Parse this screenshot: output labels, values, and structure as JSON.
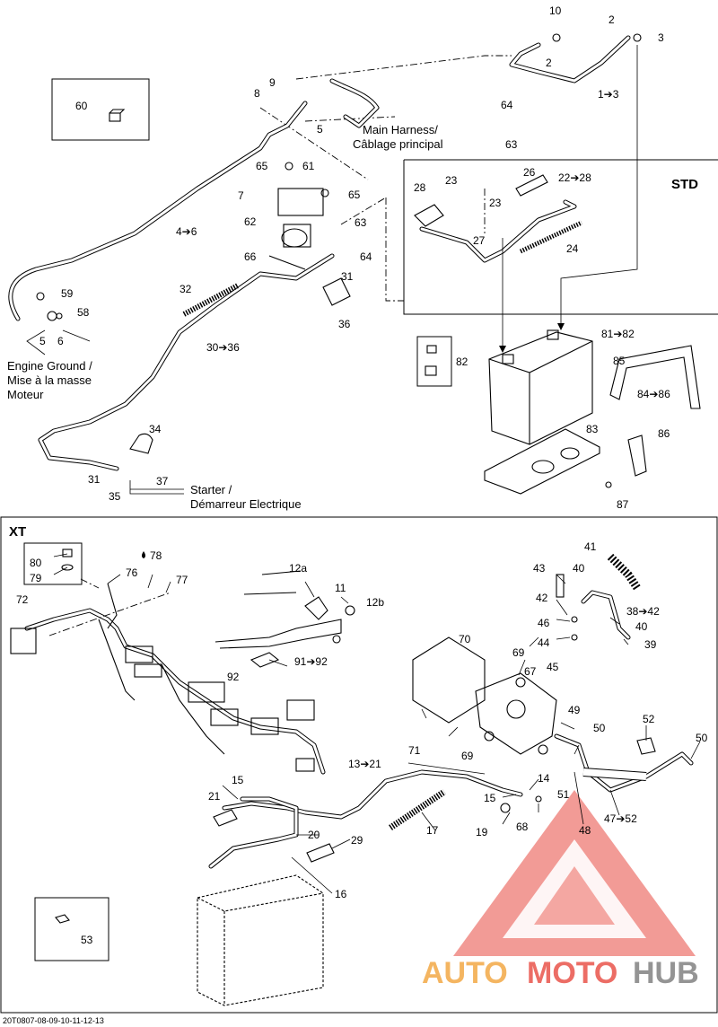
{
  "sections": {
    "std": "STD",
    "xt": "XT"
  },
  "notes": {
    "main_harness_1": "Main Harness/",
    "main_harness_2": "Câblage principal",
    "engine_ground_1": "Engine Ground /",
    "engine_ground_2": "Mise à la masse",
    "engine_ground_3": "Moteur",
    "starter_1": "Starter /",
    "starter_2": "Démarreur Electrique"
  },
  "footer": {
    "code": "20T0807-08-09-10-11-12-13"
  },
  "watermark": {
    "part1": "AUTO",
    "part2": "MOTO",
    "part3": "HUB",
    "color_primary": "#e8493f",
    "color_secondary": "#f2a33a",
    "color_text_dark": "#7a7a7a"
  },
  "callouts_std": {
    "c10": "10",
    "c2a": "2",
    "c3": "3",
    "c2b": "2",
    "c1_3": "1➔3",
    "c9": "9",
    "c8": "8",
    "c5a": "5",
    "c60": "60",
    "c64a": "64",
    "c63a": "63",
    "c65a": "65",
    "c61": "61",
    "c7": "7",
    "c65b": "65",
    "c62": "62",
    "c4_6": "4➔6",
    "c63b": "63",
    "c66": "66",
    "c64b": "64",
    "c31a": "31",
    "c32": "32",
    "c59": "59",
    "c58": "58",
    "c5b": "5",
    "c6": "6",
    "c36": "36",
    "c30_36": "30➔36",
    "c26": "26",
    "c22_28": "22➔28",
    "c28": "28",
    "c23a": "23",
    "c23b": "23",
    "c27": "27",
    "c24": "24",
    "c82": "82",
    "c81_82": "81➔82",
    "c85": "85",
    "c84_86": "84➔86",
    "c83": "83",
    "c86": "86",
    "c87": "87",
    "c34": "34",
    "c31b": "31",
    "c37": "37",
    "c35": "35"
  },
  "callouts_xt": {
    "c80": "80",
    "c79": "79",
    "c78": "78",
    "c76": "76",
    "c77": "77",
    "c72": "72",
    "c12a": "12a",
    "c11": "11",
    "c12b": "12b",
    "c91_92": "91➔92",
    "c92": "92",
    "c41": "41",
    "c43": "43",
    "c40a": "40",
    "c42": "42",
    "c38_42": "38➔42",
    "c46": "46",
    "c40b": "40",
    "c44": "44",
    "c39": "39",
    "c45": "45",
    "c70": "70",
    "c69a": "69",
    "c67": "67",
    "c71": "71",
    "c69b": "69",
    "c49": "49",
    "c50a": "50",
    "c52": "52",
    "c50b": "50",
    "c13_21": "13➔21",
    "c14": "14",
    "c51": "51",
    "c15a": "15",
    "c68": "68",
    "c19": "19",
    "c48": "48",
    "c47_52": "47➔52",
    "c17": "17",
    "c15b": "15",
    "c21": "21",
    "c20": "20",
    "c29": "29",
    "c16": "16",
    "c53": "53"
  }
}
